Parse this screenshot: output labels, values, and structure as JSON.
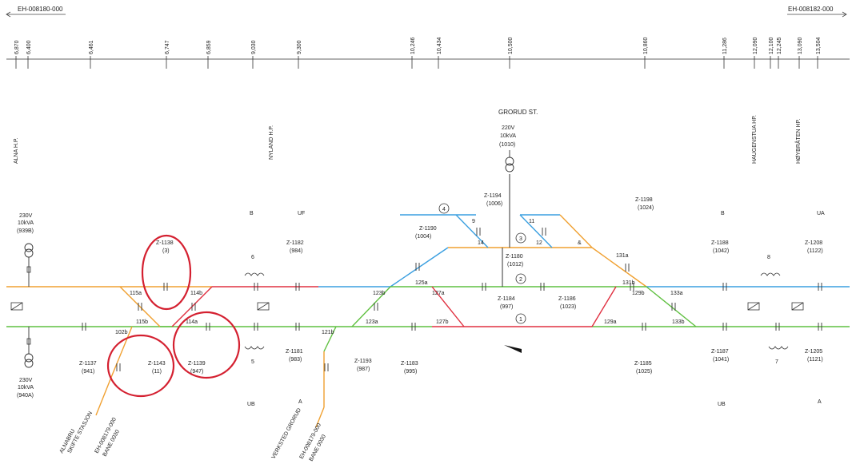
{
  "header": {
    "left_ref": "EH-008180-000",
    "right_ref": "EH-008182-000"
  },
  "km_marks": [
    "6,870",
    "6,400",
    "6,461",
    "6,747",
    "6,859",
    "9,030",
    "9,300",
    "10,246",
    "10,434",
    "10,500",
    "10,860",
    "11,286",
    "12,090",
    "12,100",
    "12,245",
    "13,090",
    "13,504"
  ],
  "stations": {
    "alna": "ALNA H.P.",
    "nyland": "NYLAND H.P.",
    "grorud": "GRORUD ST.",
    "haugenstua": "HAUGENSTUA HP.",
    "hoybraten": "HØYBRÅTEN HP."
  },
  "transformers": {
    "alna_top": [
      "230V",
      "10kVA",
      "(939B)"
    ],
    "alna_bottom": [
      "230V",
      "10kVA",
      "(940A)"
    ],
    "grorud": [
      "220V",
      "10kVA",
      "(1010)"
    ]
  },
  "switches": {
    "z1138": [
      "Z-1138",
      "(3)"
    ],
    "z1143": [
      "Z-1143",
      "(11)"
    ],
    "z1137": [
      "Z-1137",
      "(941)"
    ],
    "z1139": [
      "Z-1139",
      "(947)"
    ],
    "z1182": [
      "Z-1182",
      "(984)"
    ],
    "z1181": [
      "Z-1181",
      "(983)"
    ],
    "z1193": [
      "Z-1193",
      "(987)"
    ],
    "z1183": [
      "Z-1183",
      "(995)"
    ],
    "z1190": [
      "Z-1190",
      "(1004)"
    ],
    "z1194": [
      "Z-1194",
      "(1006)"
    ],
    "z1180": [
      "Z-1180",
      "(1012)"
    ],
    "z1184": [
      "Z-1184",
      "(997)"
    ],
    "z1186": [
      "Z-1186",
      "(1023)"
    ],
    "z1198": [
      "Z-1198",
      "(1024)"
    ],
    "z1185": [
      "Z-1185",
      "(1025)"
    ],
    "z1188": [
      "Z-1188",
      "(1042)"
    ],
    "z1187": [
      "Z-1187",
      "(1041)"
    ],
    "z1208": [
      "Z-1208",
      "(1122)"
    ],
    "z1205": [
      "Z-1205",
      "(1121)"
    ]
  },
  "section_labels": [
    "115a",
    "114b",
    "115b",
    "114a",
    "102b",
    "123b",
    "123a",
    "121b",
    "125a",
    "127a",
    "127b",
    "131a",
    "131b",
    "129b",
    "129a",
    "133a",
    "133b"
  ],
  "track_numbers": [
    "1",
    "2",
    "3",
    "4"
  ],
  "spur_numbers": [
    "9",
    "14",
    "11",
    "12",
    "&"
  ],
  "reactor_numbers": [
    "6",
    "5",
    "8",
    "7"
  ],
  "signals": [
    "B",
    "UF",
    "UB",
    "A",
    "B",
    "UA",
    "UB",
    "A"
  ],
  "branches": {
    "left": [
      "ALNABRU",
      "SKIFTE STASJON",
      "EH-008179-000",
      "BANE 0030"
    ],
    "right": [
      "VERKSTED GRORUD",
      "EH-008179-000",
      "BANE 0030"
    ]
  },
  "colors": {
    "orange": "#f0a030",
    "green": "#5fc040",
    "red": "#e03040",
    "blue": "#3a9fe0",
    "circle": "#d42030"
  }
}
